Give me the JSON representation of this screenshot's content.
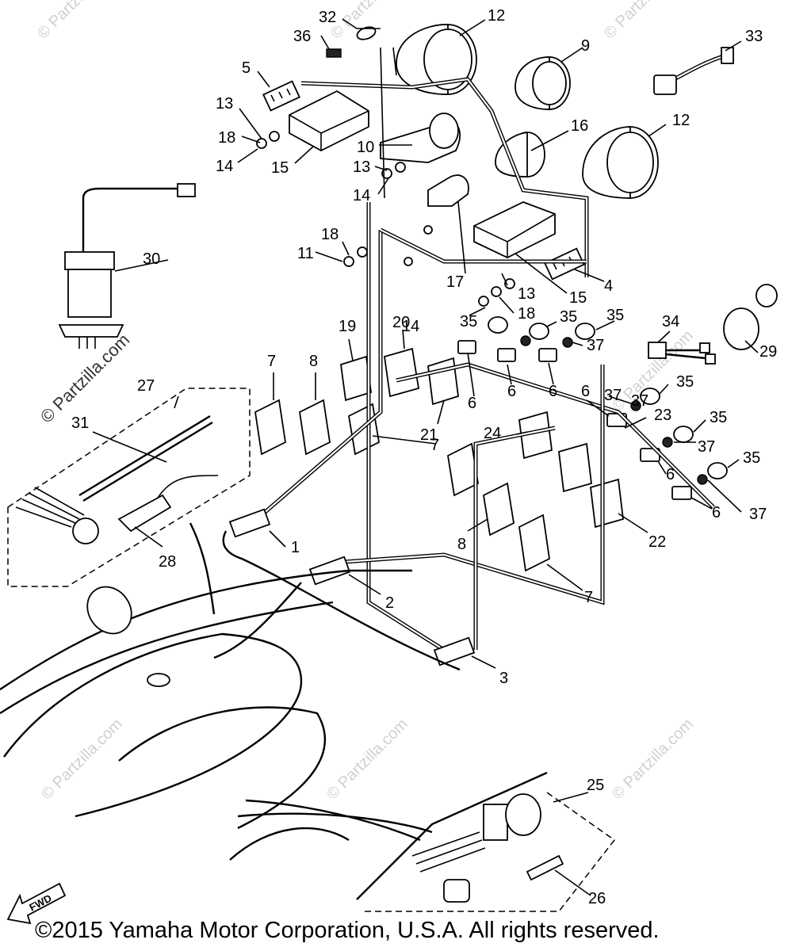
{
  "callouts": [
    {
      "id": "c1",
      "label": "1"
    },
    {
      "id": "c2",
      "label": "2"
    },
    {
      "id": "c3",
      "label": "3"
    },
    {
      "id": "c4",
      "label": "4"
    },
    {
      "id": "c5",
      "label": "5"
    },
    {
      "id": "c6a",
      "label": "6"
    },
    {
      "id": "c6b",
      "label": "6"
    },
    {
      "id": "c6c",
      "label": "6"
    },
    {
      "id": "c6d",
      "label": "6"
    },
    {
      "id": "c6e",
      "label": "6"
    },
    {
      "id": "c6f",
      "label": "6"
    },
    {
      "id": "c7a",
      "label": "7"
    },
    {
      "id": "c7b",
      "label": "7"
    },
    {
      "id": "c7c",
      "label": "7"
    },
    {
      "id": "c8a",
      "label": "8"
    },
    {
      "id": "c8b",
      "label": "8"
    },
    {
      "id": "c9",
      "label": "9"
    },
    {
      "id": "c10",
      "label": "10"
    },
    {
      "id": "c11",
      "label": "11"
    },
    {
      "id": "c12a",
      "label": "12"
    },
    {
      "id": "c12b",
      "label": "12"
    },
    {
      "id": "c13a",
      "label": "13"
    },
    {
      "id": "c13b",
      "label": "13"
    },
    {
      "id": "c13c",
      "label": "13"
    },
    {
      "id": "c14a",
      "label": "14"
    },
    {
      "id": "c14b",
      "label": "14"
    },
    {
      "id": "c14c",
      "label": "14"
    },
    {
      "id": "c15a",
      "label": "15"
    },
    {
      "id": "c15b",
      "label": "15"
    },
    {
      "id": "c16",
      "label": "16"
    },
    {
      "id": "c17",
      "label": "17"
    },
    {
      "id": "c18a",
      "label": "18"
    },
    {
      "id": "c18b",
      "label": "18"
    },
    {
      "id": "c18c",
      "label": "18"
    },
    {
      "id": "c19",
      "label": "19"
    },
    {
      "id": "c20",
      "label": "20"
    },
    {
      "id": "c21",
      "label": "21"
    },
    {
      "id": "c22",
      "label": "22"
    },
    {
      "id": "c23",
      "label": "23"
    },
    {
      "id": "c24",
      "label": "24"
    },
    {
      "id": "c25",
      "label": "25"
    },
    {
      "id": "c26",
      "label": "26"
    },
    {
      "id": "c27",
      "label": "27"
    },
    {
      "id": "c28",
      "label": "28"
    },
    {
      "id": "c29",
      "label": "29"
    },
    {
      "id": "c30",
      "label": "30"
    },
    {
      "id": "c31",
      "label": "31"
    },
    {
      "id": "c32",
      "label": "32"
    },
    {
      "id": "c33",
      "label": "33"
    },
    {
      "id": "c34",
      "label": "34"
    },
    {
      "id": "c35a",
      "label": "35"
    },
    {
      "id": "c35b",
      "label": "35"
    },
    {
      "id": "c35c",
      "label": "35"
    },
    {
      "id": "c35d",
      "label": "35"
    },
    {
      "id": "c35e",
      "label": "35"
    },
    {
      "id": "c35f",
      "label": "35"
    },
    {
      "id": "c36",
      "label": "36"
    },
    {
      "id": "c37a",
      "label": "37"
    },
    {
      "id": "c37b",
      "label": "37"
    },
    {
      "id": "c37c",
      "label": "37"
    },
    {
      "id": "c37d",
      "label": "37"
    },
    {
      "id": "c37e",
      "label": "37"
    }
  ],
  "watermark": "© Partzilla.com",
  "fwd_label": "FWD",
  "copyright": "©2015 Yamaha Motor Corporation, U.S.A. All rights reserved."
}
